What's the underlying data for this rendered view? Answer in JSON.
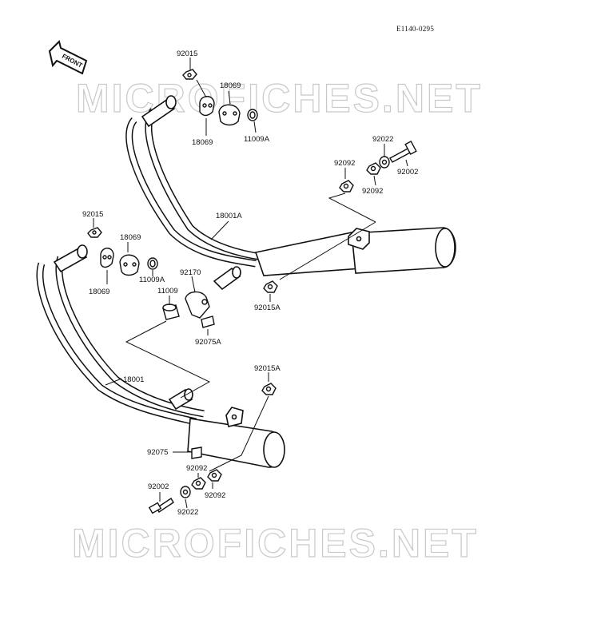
{
  "diagram_code": "E1140-0295",
  "front_label": "FRONT",
  "watermark": "MICROFICHES.NET",
  "part_labels": {
    "p92015_top": "92015",
    "p18069_tr": "18069",
    "p18069_tl": "18069",
    "p11009A_top": "11009A",
    "p92022_top": "92022",
    "p92092_top_l": "92092",
    "p92092_top_r": "92092",
    "p92002_top": "92002",
    "p18001A": "18001A",
    "p92015_left": "92015",
    "p18069_ml": "18069",
    "p18069_ll": "18069",
    "p11009A_mid": "11009A",
    "p92170": "92170",
    "p11009": "11009",
    "p92015A_mid": "92015A",
    "p92075A": "92075A",
    "p18001": "18001",
    "p92015A_low": "92015A",
    "p92075": "92075",
    "p92092_low_l": "92092",
    "p92092_low_r": "92092",
    "p92002_low": "92002",
    "p92022_low": "92022"
  }
}
